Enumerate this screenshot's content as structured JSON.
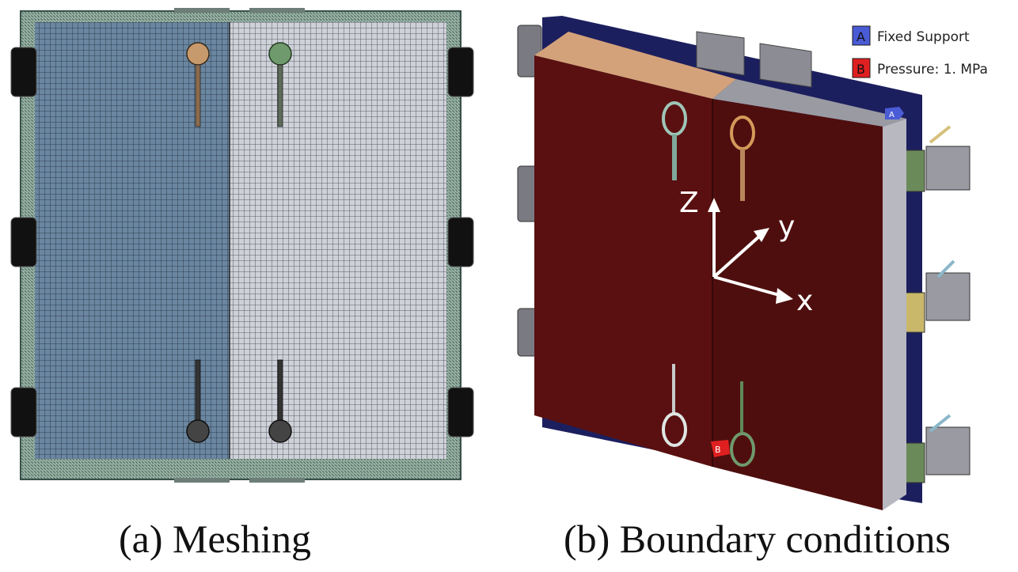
{
  "captions": {
    "meshing": "(a) Meshing",
    "boundary": "(b) Boundary conditions"
  },
  "legend": {
    "items": [
      {
        "key": "A",
        "label": "Fixed Support",
        "color": "#3b3bd6"
      },
      {
        "key": "B",
        "label": "Pressure: 1. MPa",
        "color": "#e02020"
      }
    ]
  },
  "axes": {
    "z": "Z",
    "y": "y",
    "x": "x"
  },
  "markers": {
    "a": "A",
    "b": "B"
  },
  "colors": {
    "mesh_left": "#5f7c94",
    "mesh_right": "#c7c9d2",
    "mesh_frame": "#8aa89a",
    "plate_face": "#5a1010",
    "plate_top_left": "#d4a27a",
    "plate_top_right": "#9a9aa2",
    "plate_side": "#b8b8c0",
    "backplate": "#1c1f5e"
  }
}
